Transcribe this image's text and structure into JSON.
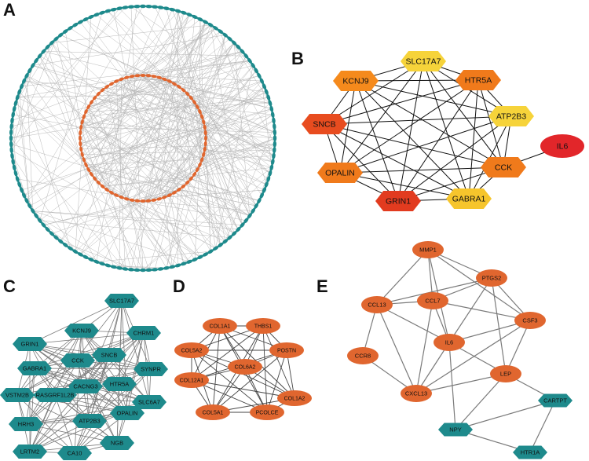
{
  "panels": {
    "A": {
      "letter": "A"
    },
    "B": {
      "letter": "B",
      "nodes": [
        {
          "id": "SLC17A7",
          "label": "SLC17A7",
          "color": "#f6d33a"
        },
        {
          "id": "HTR5A",
          "label": "HTR5A",
          "color": "#f07a1b"
        },
        {
          "id": "ATP2B3",
          "label": "ATP2B3",
          "color": "#f6d33a"
        },
        {
          "id": "CCK",
          "label": "CCK",
          "color": "#f07a1b"
        },
        {
          "id": "GABRA1",
          "label": "GABRA1",
          "color": "#f6c52c"
        },
        {
          "id": "GRIN1",
          "label": "GRIN1",
          "color": "#e23b1f"
        },
        {
          "id": "OPALIN",
          "label": "OPALIN",
          "color": "#f07a1b"
        },
        {
          "id": "SNCB",
          "label": "SNCB",
          "color": "#e84c1f"
        },
        {
          "id": "KCNJ9",
          "label": "KCNJ9",
          "color": "#f58a1c"
        },
        {
          "id": "IL6",
          "label": "IL6",
          "color": "#e2262a"
        }
      ]
    },
    "C": {
      "letter": "C",
      "nodes": [
        {
          "id": "SLC17A7",
          "label": "SLC17A7"
        },
        {
          "id": "KCNJ9",
          "label": "KCNJ9"
        },
        {
          "id": "CHRM1",
          "label": "CHRM1"
        },
        {
          "id": "GRIN1",
          "label": "GRIN1"
        },
        {
          "id": "CCK",
          "label": "CCK"
        },
        {
          "id": "SNCB",
          "label": "SNCB"
        },
        {
          "id": "GABRA1",
          "label": "GABRA1"
        },
        {
          "id": "SYNPR",
          "label": "SYNPR"
        },
        {
          "id": "CACNG3",
          "label": "CACNG3"
        },
        {
          "id": "HTR5A",
          "label": "HTR5A"
        },
        {
          "id": "VSTM2B",
          "label": "VSTM2B"
        },
        {
          "id": "RASGRF1L2B",
          "label": "RASGRF1L2B"
        },
        {
          "id": "SLC6A7",
          "label": "SLC6A7"
        },
        {
          "id": "OPALIN",
          "label": "OPALIN"
        },
        {
          "id": "HRH3",
          "label": "HRH3"
        },
        {
          "id": "ATP2B3",
          "label": "ATP2B3"
        },
        {
          "id": "LRTM2",
          "label": "LRTM2"
        },
        {
          "id": "CA10",
          "label": "CA10"
        },
        {
          "id": "NGB",
          "label": "NGB"
        }
      ]
    },
    "D": {
      "letter": "D",
      "nodes": [
        {
          "id": "COL1A1",
          "label": "COL1A1"
        },
        {
          "id": "THBS1",
          "label": "THBS1"
        },
        {
          "id": "COL5A2",
          "label": "COL5A2"
        },
        {
          "id": "POSTN",
          "label": "POSTN"
        },
        {
          "id": "COL6A2",
          "label": "COL6A2"
        },
        {
          "id": "COL12A1",
          "label": "COL12A1"
        },
        {
          "id": "COL1A2",
          "label": "COL1A2"
        },
        {
          "id": "COL5A1",
          "label": "COL5A1"
        },
        {
          "id": "PCOLCE",
          "label": "PCOLCE"
        }
      ]
    },
    "E": {
      "letter": "E",
      "nodes": [
        {
          "id": "MMP1",
          "label": "MMP1"
        },
        {
          "id": "PTGS2",
          "label": "PTGS2"
        },
        {
          "id": "CCL13",
          "label": "CCL13"
        },
        {
          "id": "CCL7",
          "label": "CCL7"
        },
        {
          "id": "CSF3",
          "label": "CSF3"
        },
        {
          "id": "CCR8",
          "label": "CCR8"
        },
        {
          "id": "IL6",
          "label": "IL6"
        },
        {
          "id": "LEP",
          "label": "LEP"
        },
        {
          "id": "CXCL13",
          "label": "CXCL13"
        },
        {
          "id": "CARTPT",
          "label": "CARTPT"
        },
        {
          "id": "NPY",
          "label": "NPY"
        },
        {
          "id": "HTR1A",
          "label": "HTR1A"
        }
      ]
    }
  },
  "colors": {
    "teal": "#1e8a8c",
    "orange_node": "#e0662f",
    "edge": "#b9b9b9",
    "edge_dark": "#444444",
    "edge_mid": "#7a7a7a"
  }
}
